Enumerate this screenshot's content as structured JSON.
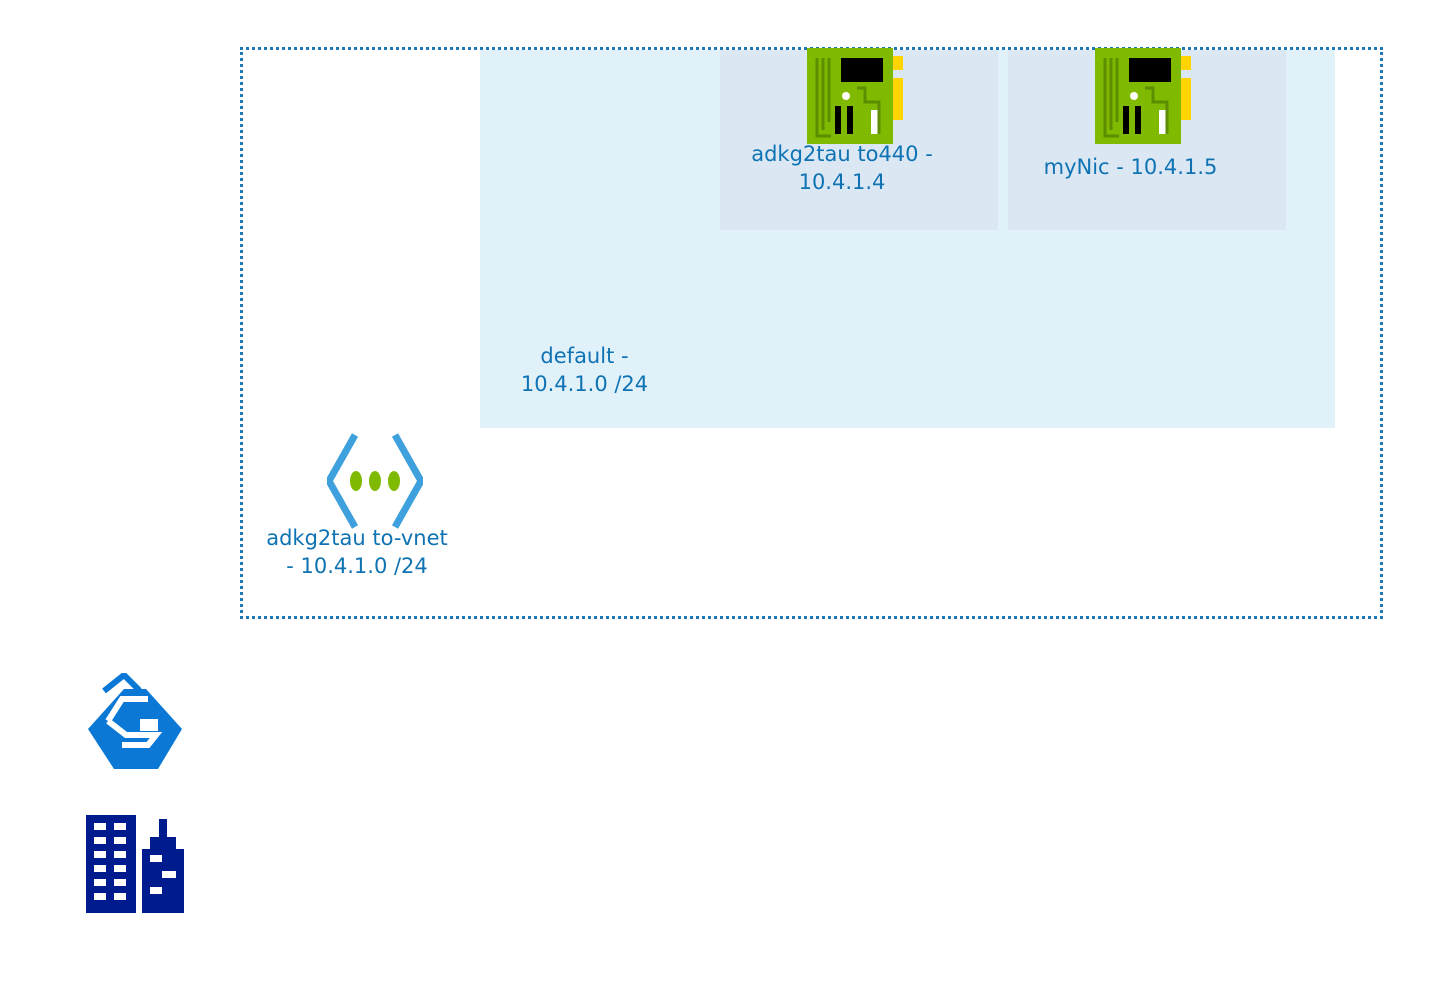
{
  "diagram": {
    "vnet": {
      "label_line1": "adkg2tau to-vnet",
      "label_line2": "- 10.4.1.0 /24",
      "accent": "#1f78b4"
    },
    "subnet": {
      "label_line1": "default -",
      "label_line2": "10.4.1.0 /24",
      "fill": "#e1f1fa"
    },
    "nics": [
      {
        "label_line1": "adkg2tau to440 -",
        "label_line2": "10.4.1.4",
        "icon": "network-interface-icon"
      },
      {
        "label_line1": "myNic - 10.4.1.5",
        "icon": "network-interface-icon"
      }
    ],
    "legend_icons": [
      {
        "icon": "location-icon"
      },
      {
        "icon": "organization-icon"
      }
    ],
    "colors": {
      "text": "#0f73b3",
      "nic_green": "#7fba00",
      "nic_dark_green": "#5e8e00",
      "nic_black": "#000000",
      "nic_yellow": "#ffd400",
      "vnet_blue": "#3ea0dc",
      "vnet_green_dots": "#7fba00",
      "location_blue": "#0a78d4",
      "org_navy": "#001b8e"
    }
  }
}
